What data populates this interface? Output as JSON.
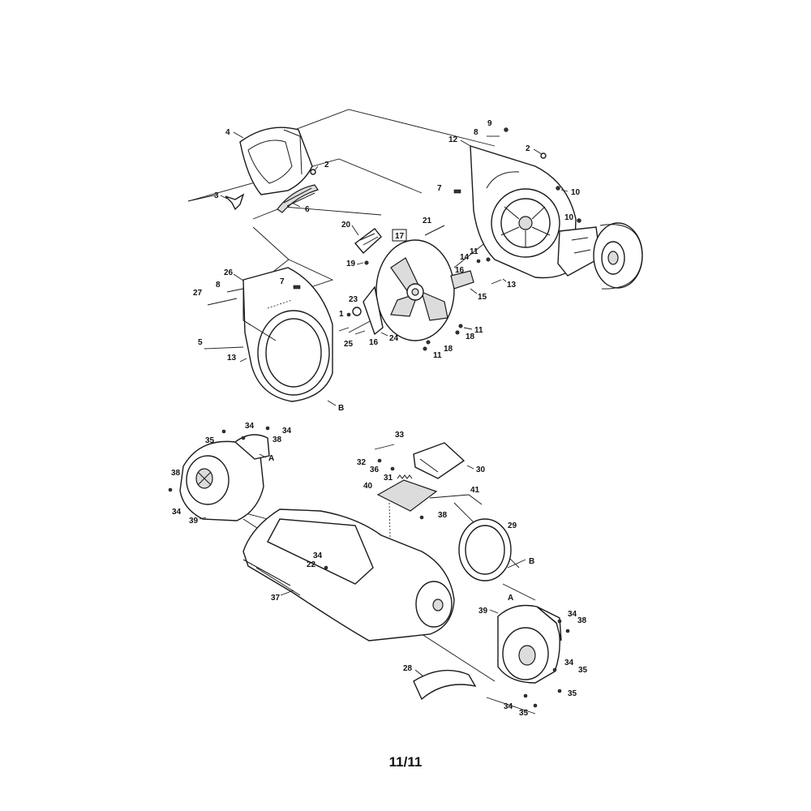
{
  "diagram": {
    "type": "exploded-parts-diagram",
    "callouts": [
      "1",
      "2",
      "3",
      "4",
      "5",
      "6",
      "7",
      "8",
      "9",
      "10",
      "11",
      "12",
      "13",
      "14",
      "15",
      "16",
      "17",
      "18",
      "19",
      "20",
      "21",
      "22",
      "23",
      "24",
      "25",
      "26",
      "27",
      "28",
      "29",
      "30",
      "31",
      "32",
      "33",
      "34",
      "35",
      "36",
      "37",
      "38",
      "39",
      "40",
      "41",
      "A",
      "B"
    ]
  },
  "page": {
    "number": "11/11"
  }
}
